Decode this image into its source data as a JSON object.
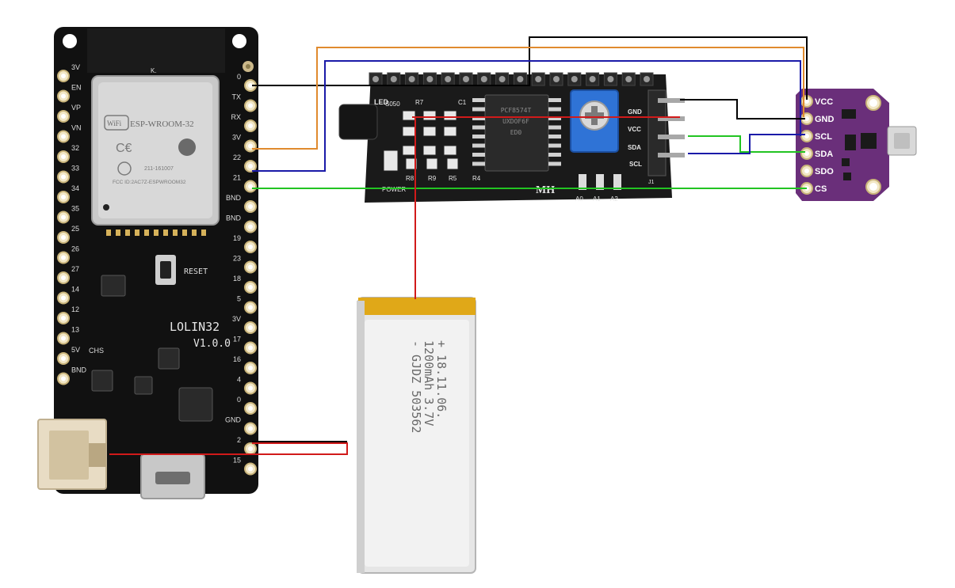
{
  "colors": {
    "background": "#ffffff",
    "pcb_black": "#111111",
    "pcb_purple": "#6a2f7a",
    "wire_black": "#000000",
    "wire_orange": "#e08a2e",
    "wire_blue": "#1a1aa8",
    "wire_green": "#22c422",
    "wire_red": "#d11a1a",
    "pot_blue": "#2f73d6",
    "battery_gold": "#e0a818"
  },
  "esp32_board": {
    "module_brand": "ESP-WROOM-32",
    "module_fcc": "FCC ID:2AC7Z-ESPWROOM32",
    "module_code": "211-161007",
    "module_mark": "K.",
    "board_name": "LOLIN32",
    "board_version": "V1.0.0",
    "reset_label": "RESET",
    "chs_label": "CHS",
    "left_pins": [
      "3V",
      "EN",
      "VP",
      "VN",
      "32",
      "33",
      "34",
      "35",
      "25",
      "26",
      "27",
      "14",
      "12",
      "13",
      "5V",
      "BND"
    ],
    "right_pins": [
      "0",
      "TX",
      "RX",
      "3V",
      "22",
      "21",
      "BND",
      "BND",
      "19",
      "23",
      "18",
      "5",
      "3V",
      "17",
      "16",
      "4",
      "0",
      "GND",
      "2",
      "15"
    ]
  },
  "lcd_adapter": {
    "brand": "MH",
    "led_label": "LED",
    "silkscreen": [
      "S050",
      "R7",
      "C1",
      "R8",
      "R9",
      "R5",
      "R4",
      "POWER"
    ],
    "chip_text": [
      "PCF8574T",
      "UXDOF6F",
      "ED0"
    ],
    "pins": [
      "GND",
      "VCC",
      "SDA",
      "SCL"
    ],
    "jumper_labels": [
      "A0",
      "A1",
      "A2"
    ],
    "j_label": "J1"
  },
  "sensor_board": {
    "pins": [
      "VCC",
      "GND",
      "SCL",
      "SDA",
      "SDO",
      "CS"
    ]
  },
  "battery": {
    "text_line1": "- GJDZ 503562",
    "text_line2": "1200mAh 3.7V",
    "text_line3": "+ 18.11.06."
  }
}
